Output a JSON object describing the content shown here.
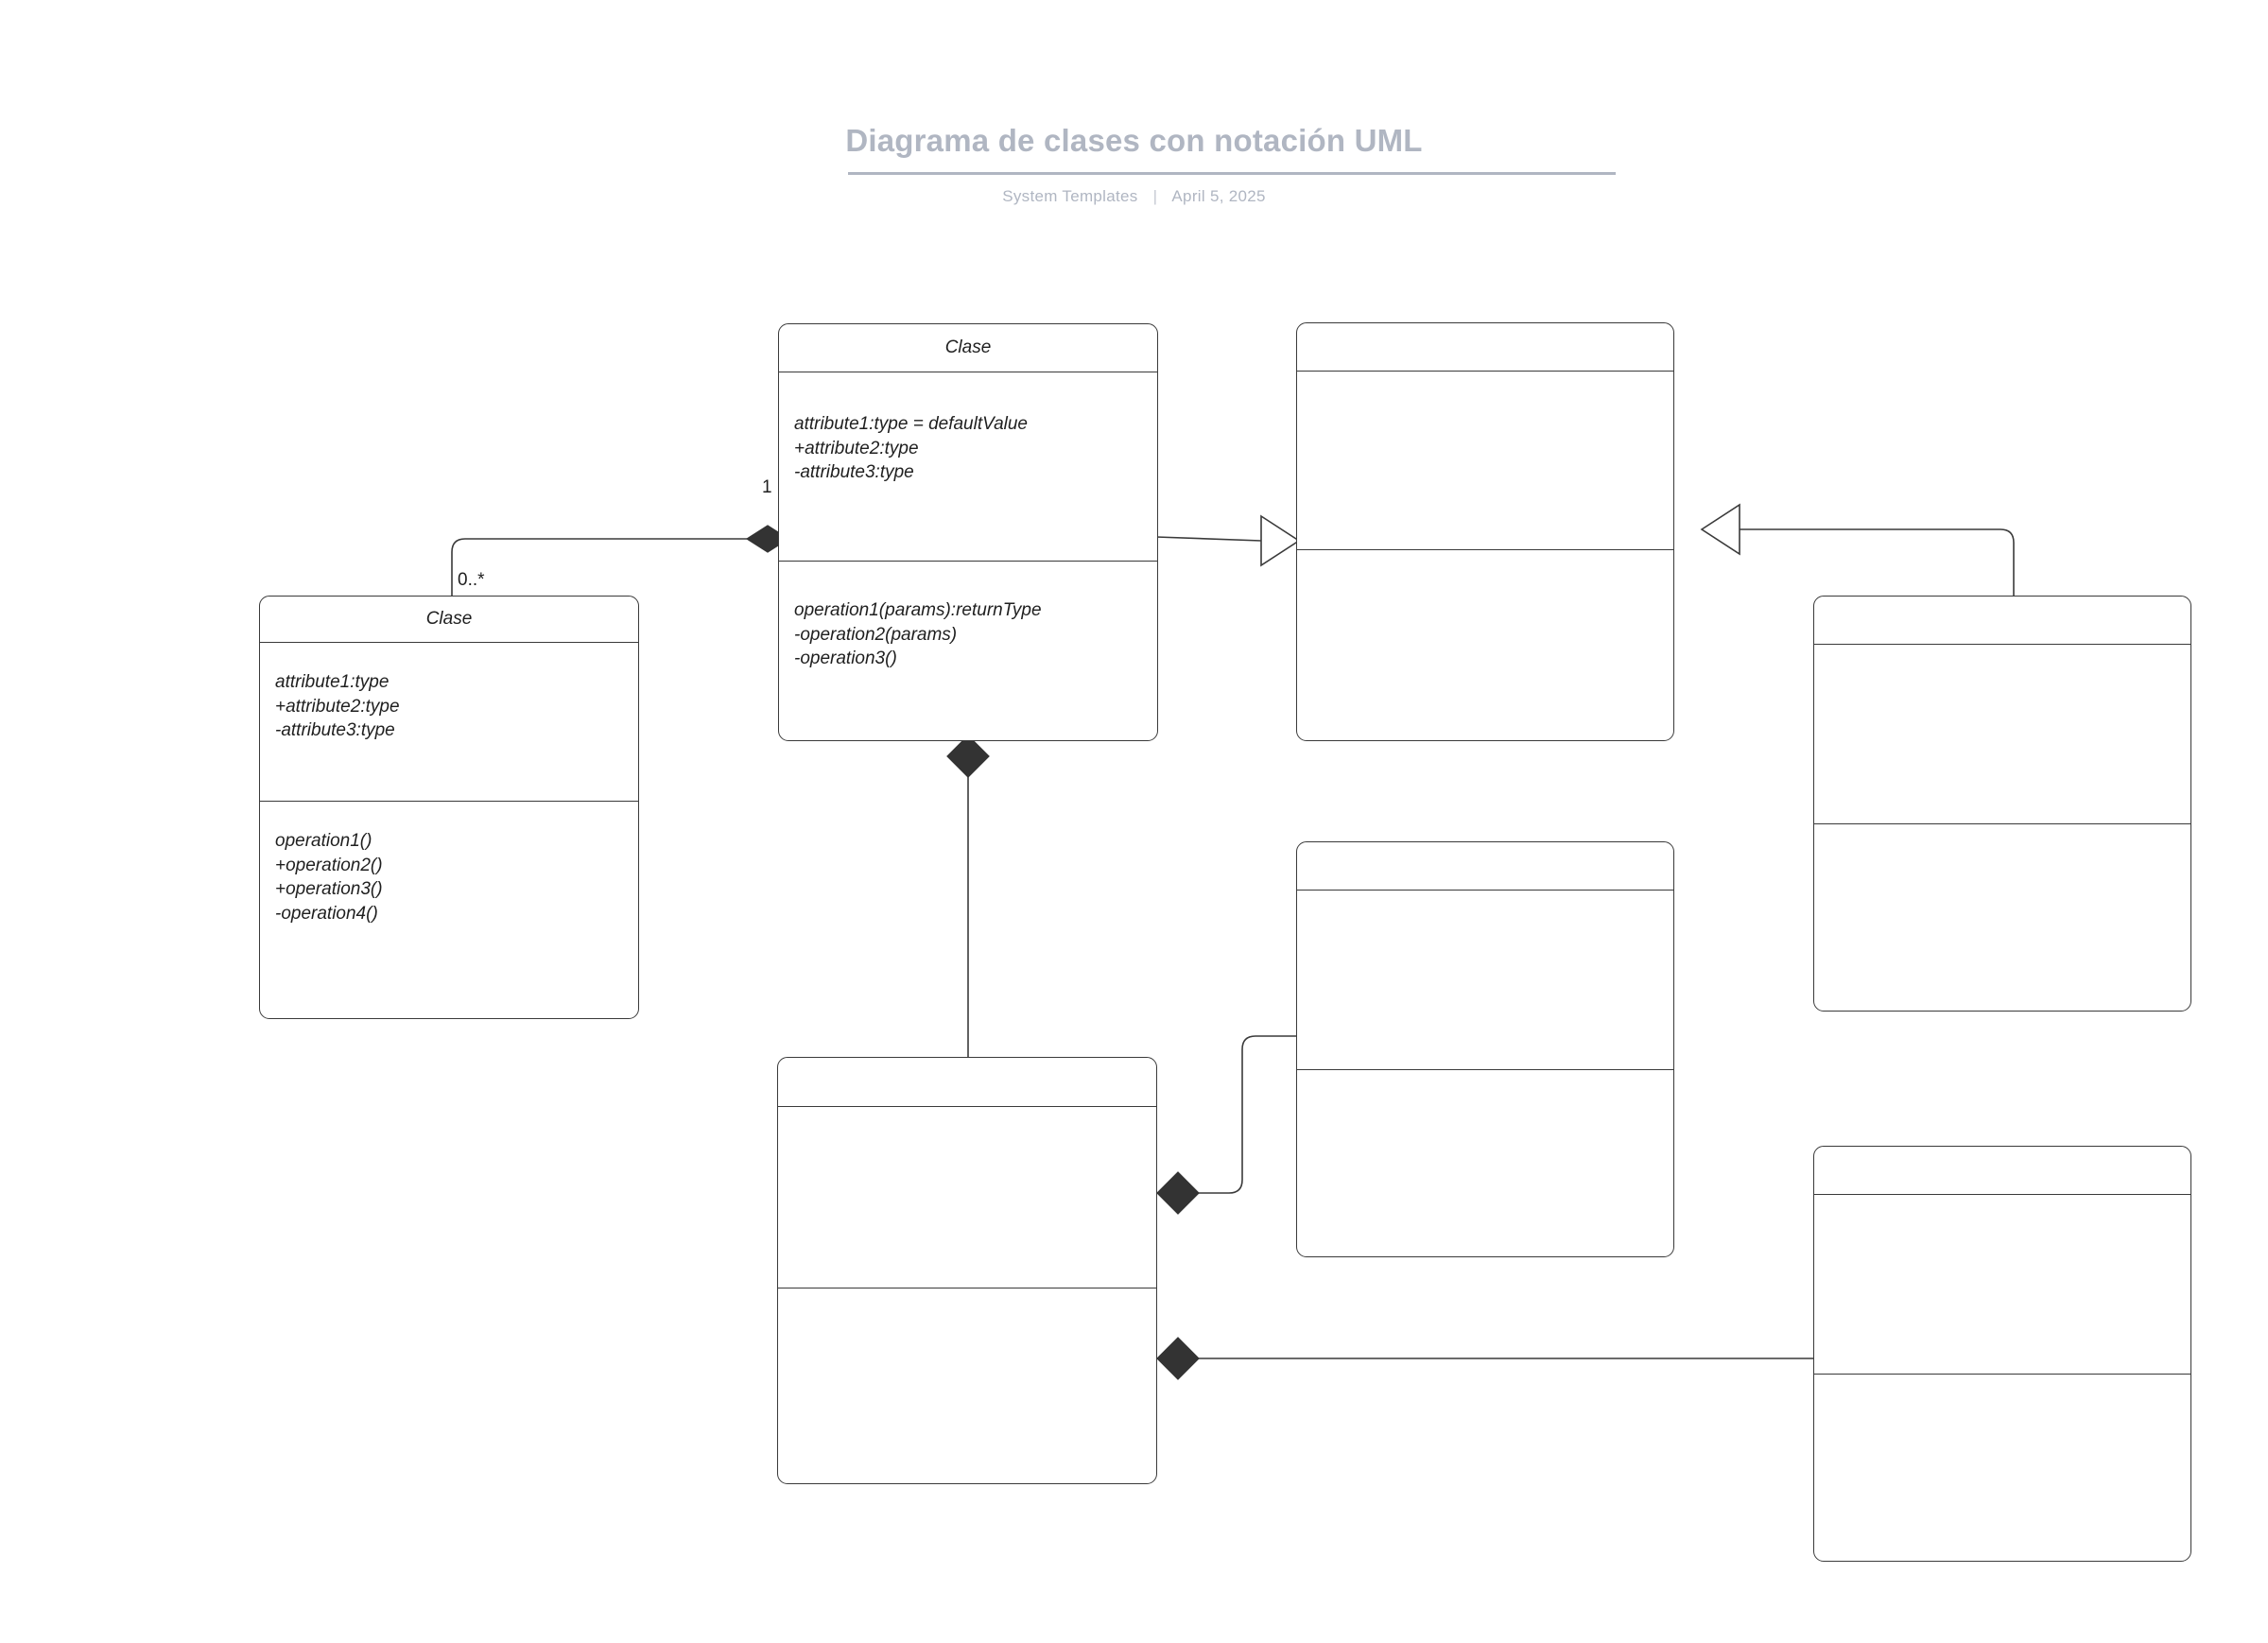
{
  "header": {
    "title": "Diagrama de clases con notación UML",
    "author": "System Templates",
    "separator": "|",
    "date": "April 5, 2025"
  },
  "diagram": {
    "type": "uml-class-diagram",
    "notation": "UML",
    "classes": [
      {
        "id": "class-left",
        "name": "Clase",
        "attributes": [
          "attribute1:type",
          "+attribute2:type",
          "-attribute3:type"
        ],
        "operations": [
          "operation1()",
          "+operation2()",
          "+operation3()",
          "-operation4()"
        ]
      },
      {
        "id": "class-center",
        "name": "Clase",
        "attributes": [
          "attribute1:type = defaultValue",
          "+attribute2:type",
          "-attribute3:type"
        ],
        "operations": [
          "operation1(params):returnType",
          "-operation2(params)",
          "-operation3()"
        ]
      },
      {
        "id": "class-top-right",
        "name": "",
        "attributes": [],
        "operations": []
      },
      {
        "id": "class-right-upper",
        "name": "",
        "attributes": [],
        "operations": []
      },
      {
        "id": "class-mid-right",
        "name": "",
        "attributes": [],
        "operations": []
      },
      {
        "id": "class-bottom-center",
        "name": "",
        "attributes": [],
        "operations": []
      },
      {
        "id": "class-bottom-right",
        "name": "",
        "attributes": [],
        "operations": []
      }
    ],
    "relationships": [
      {
        "id": "rel-composition-left",
        "kind": "composition",
        "from": "class-center",
        "to": "class-left",
        "source_multiplicity": "1",
        "target_multiplicity": "0..*"
      },
      {
        "id": "rel-generalization-top",
        "kind": "generalization",
        "from": "class-center",
        "to": "class-top-right"
      },
      {
        "id": "rel-generalization-right",
        "kind": "generalization",
        "from": "class-right-upper",
        "to": "class-top-right"
      },
      {
        "id": "rel-composition-down",
        "kind": "composition",
        "from": "class-center",
        "to": "class-bottom-center"
      },
      {
        "id": "rel-composition-midright",
        "kind": "composition",
        "from": "class-bottom-center",
        "to": "class-mid-right"
      },
      {
        "id": "rel-composition-bottomright",
        "kind": "composition",
        "from": "class-bottom-center",
        "to": "class-bottom-right"
      }
    ],
    "multiplicity_labels": [
      {
        "id": "mult-one",
        "text": "1"
      },
      {
        "id": "mult-many",
        "text": "0..*"
      }
    ],
    "colors": {
      "stroke": "#3a3a3a",
      "fill": "#ffffff",
      "text": "#1f1f1f",
      "title": "#b0b6c2",
      "diamond": "#333333"
    }
  }
}
